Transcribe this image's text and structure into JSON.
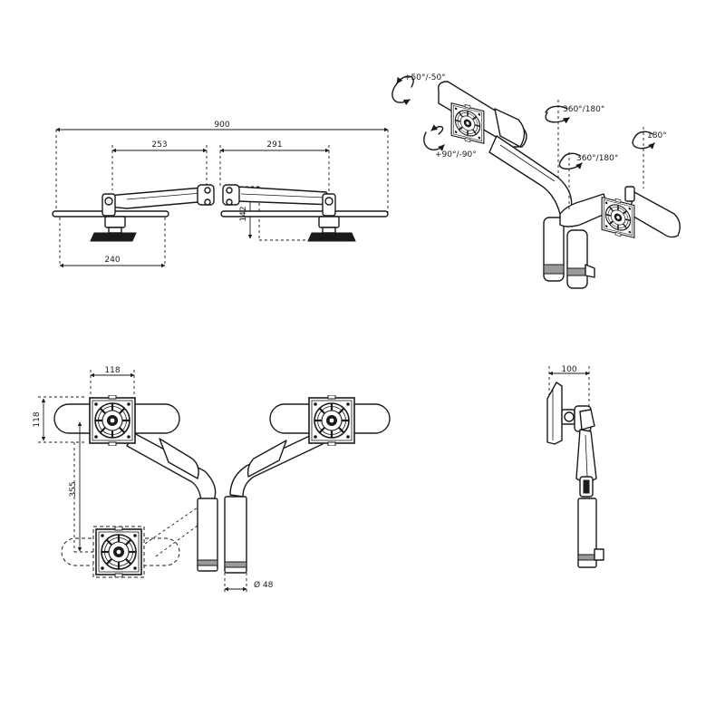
{
  "dimensions": {
    "overall_width": "900",
    "arm_left_span": "253",
    "arm_right_span": "291",
    "base_span": "240",
    "clamp_height": "142",
    "vesa_width": "118",
    "vesa_height": "118",
    "arm_vertical_offset": "355",
    "pole_diameter": "Ø 48",
    "side_depth": "100"
  },
  "rotations": {
    "tilt": "+50°/-50°",
    "rotate": "+90°/-90°",
    "arm_swivel": "360°/180°",
    "base_swivel": "360°/180°",
    "head_swivel": "180°"
  }
}
